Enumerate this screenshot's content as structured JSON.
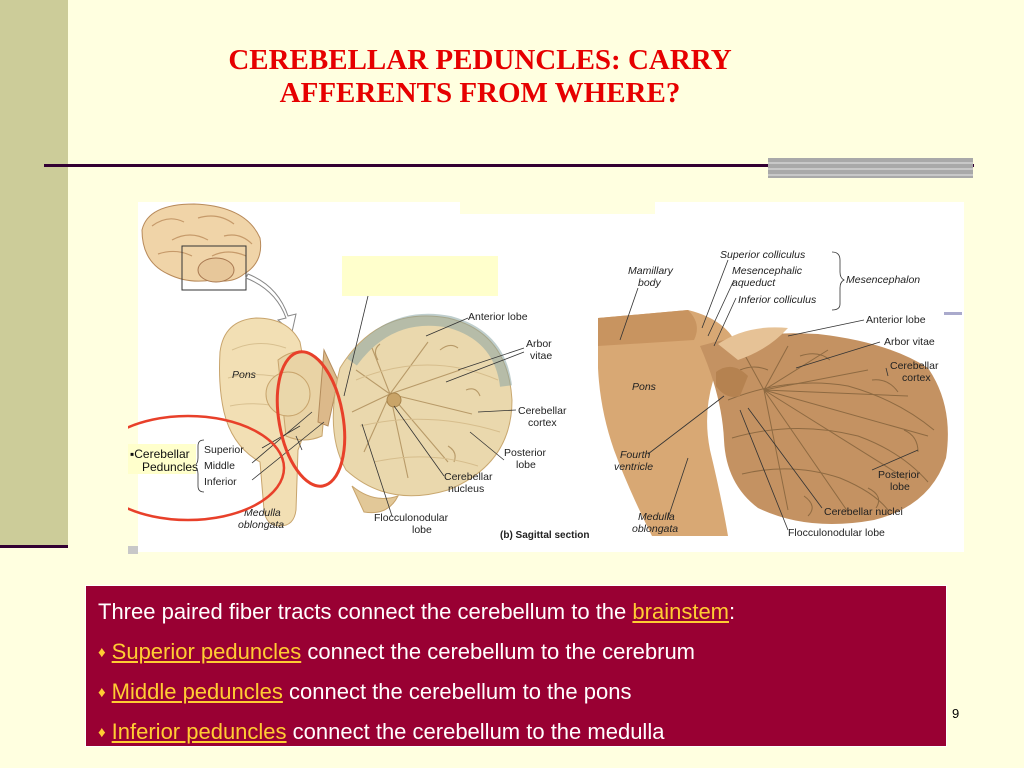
{
  "slide": {
    "title_line1": "CEREBELLAR PEDUNCLES: CARRY",
    "title_line2": "AFFERENTS FROM WHERE?",
    "page_number": "9"
  },
  "figure": {
    "left": {
      "pons": "Pons",
      "anterior_lobe": "Anterior lobe",
      "arbor_vitae_1": "Arbor",
      "arbor_vitae_2": "vitae",
      "cerebellar_cortex_1": "Cerebellar",
      "cerebellar_cortex_2": "cortex",
      "posterior_lobe_1": "Posterior",
      "posterior_lobe_2": "lobe",
      "cerebellar_nucleus_1": "Cerebellar",
      "cerebellar_nucleus_2": "nucleus",
      "flocculonodular_1": "Flocculonodular",
      "flocculonodular_2": "lobe",
      "medulla_1": "Medulla",
      "medulla_2": "oblongata",
      "superior": "Superior",
      "middle": "Middle",
      "inferior": "Inferior",
      "caption": "(b) Sagittal section"
    },
    "peduncles_label_1": "▪Cerebellar",
    "peduncles_label_2": "Peduncles",
    "right": {
      "mamillary_1": "Mamillary",
      "mamillary_2": "body",
      "superior_colliculus": "Superior colliculus",
      "aqueduct_1": "Mesencephalic",
      "aqueduct_2": "aqueduct",
      "inferior_colliculus": "Inferior colliculus",
      "mesencephalon": "Mesencephalon",
      "anterior_lobe": "Anterior lobe",
      "arbor_vitae": "Arbor vitae",
      "cerebellar_cortex_1": "Cerebellar",
      "cerebellar_cortex_2": "cortex",
      "pons": "Pons",
      "fourth_ventricle_1": "Fourth",
      "fourth_ventricle_2": "ventricle",
      "posterior_lobe_1": "Posterior",
      "posterior_lobe_2": "lobe",
      "cerebellar_nuclei": "Cerebellar nuclei",
      "medulla_1": "Medulla",
      "medulla_2": "oblongata",
      "flocculonodular": "Flocculonodular lobe"
    }
  },
  "textbox": {
    "intro": "Three paired fiber tracts connect the cerebellum to the ",
    "intro_term": "brainstem",
    "intro_end": ":",
    "bullet": "♦",
    "items": [
      {
        "term": "Superior peduncles",
        "rest": " connect the cerebellum to the cerebrum"
      },
      {
        "term": "Middle peduncles",
        "rest": " connect the cerebellum to the pons"
      },
      {
        "term": "Inferior peduncles",
        "rest": " connect the cerebellum to the medulla"
      }
    ]
  },
  "colors": {
    "background": "#ffffe0",
    "left_band": "#cccc99",
    "title": "#e60000",
    "textbox": "#990033",
    "highlight_term": "#ffcc33",
    "annotation_ellipse": "#e8402a"
  }
}
